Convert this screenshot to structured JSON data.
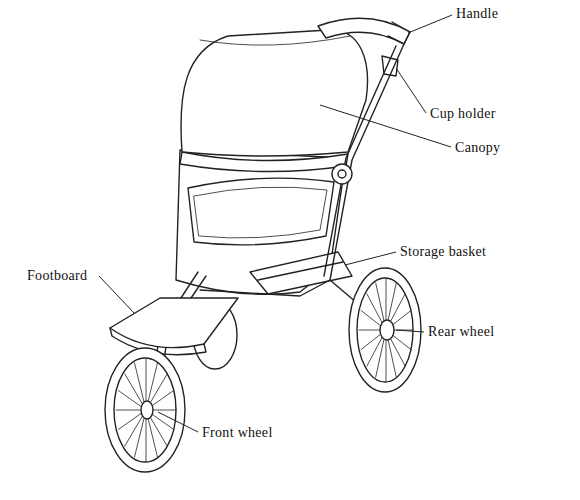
{
  "diagram": {
    "labels": [
      "Handle",
      "Cup holder",
      "Canopy",
      "Storage basket",
      "Footboard",
      "Rear wheel",
      "Front wheel"
    ]
  }
}
